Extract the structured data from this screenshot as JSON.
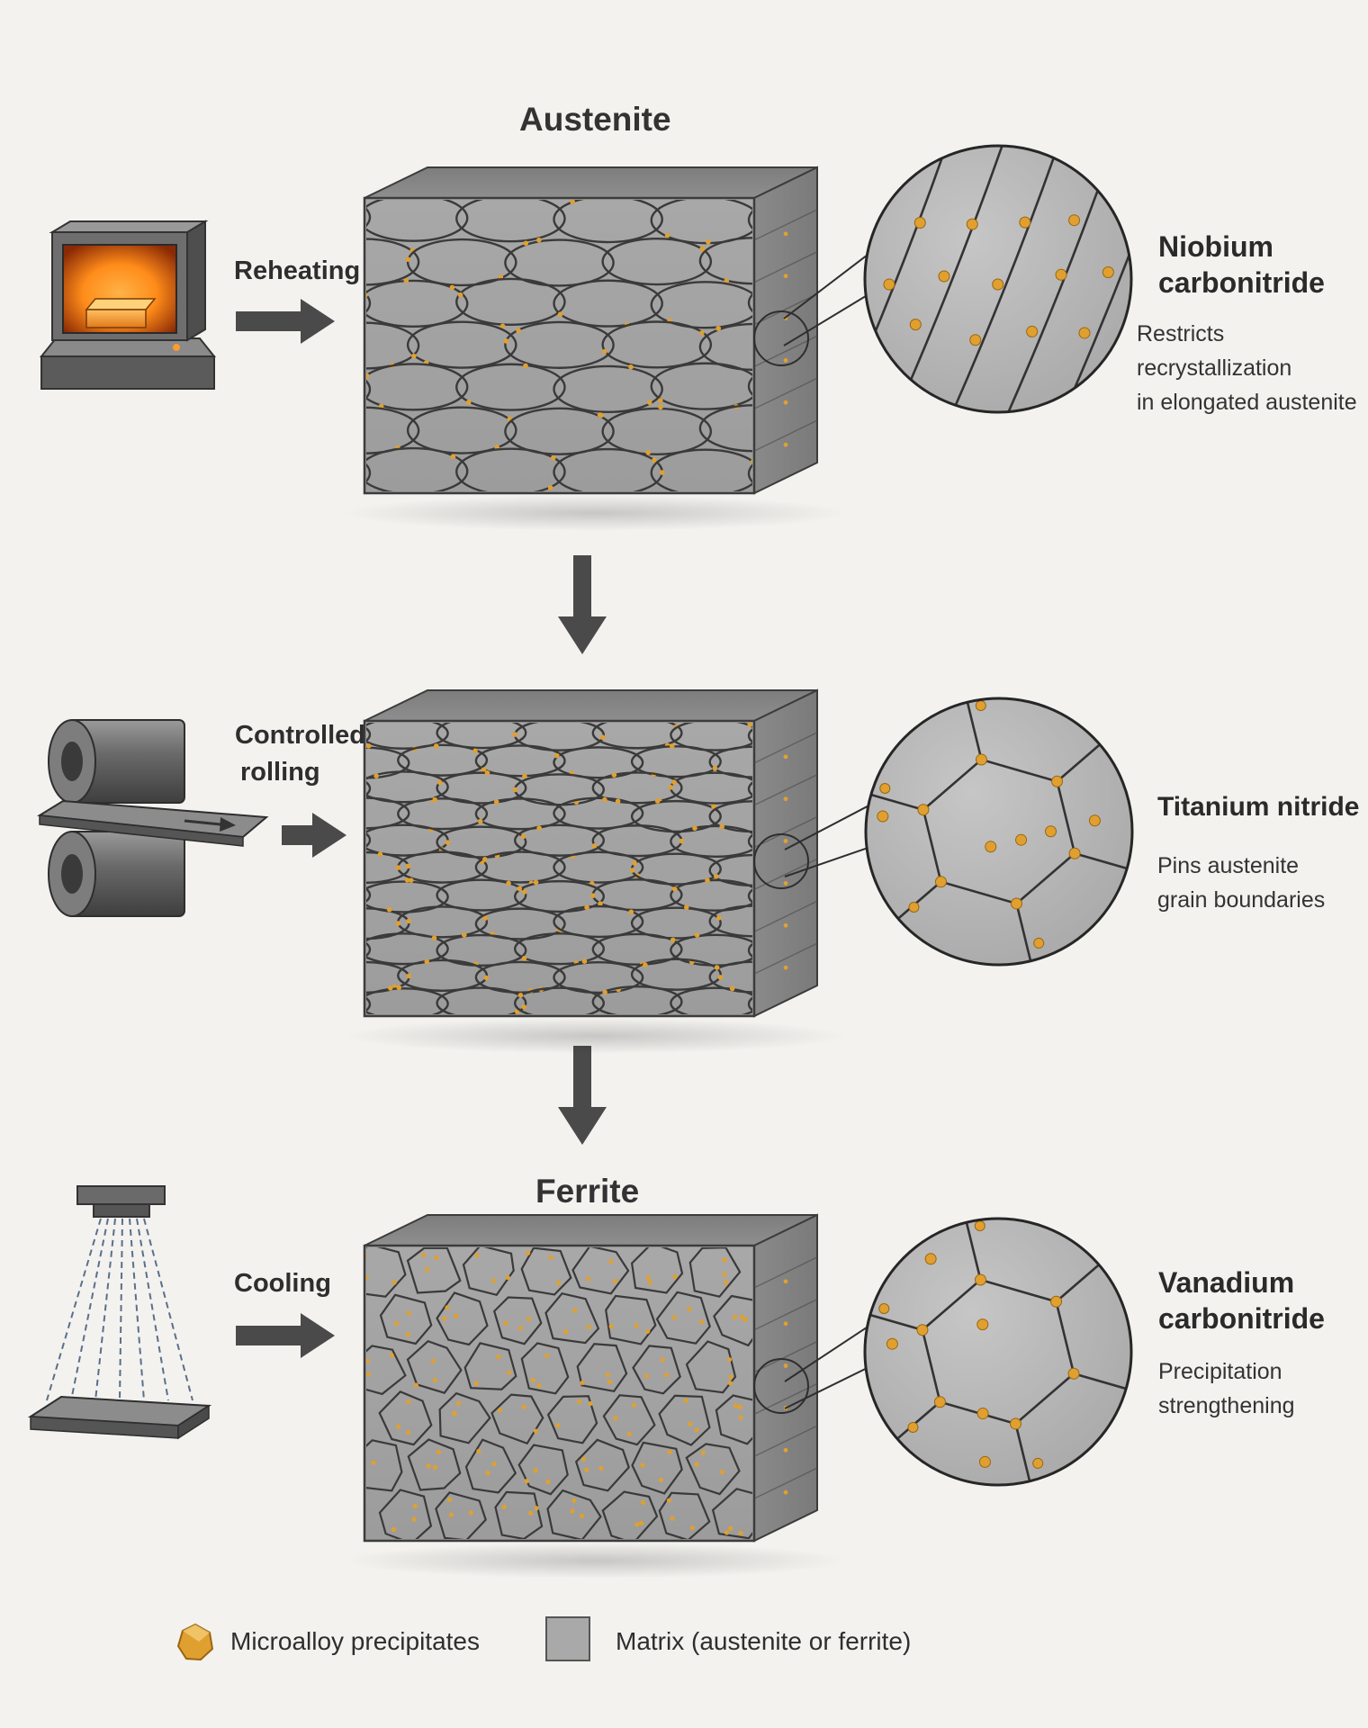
{
  "stages": [
    {
      "title": "Austenite",
      "process": [
        "Reheating"
      ],
      "precipitate": [
        "Niobium",
        "carbonitride"
      ],
      "effect": [
        "Restricts recrystallization",
        "in elongated austenite"
      ]
    },
    {
      "title": "",
      "process": [
        "Controlled",
        "rolling"
      ],
      "precipitate": [
        "Titanium nitride"
      ],
      "effect": [
        "Pins austenite",
        "grain boundaries"
      ]
    },
    {
      "title": "Ferrite",
      "process": [
        "Cooling"
      ],
      "precipitate": [
        "Vanadium",
        "carbonitride"
      ],
      "effect": [
        "Precipitation",
        "strengthening"
      ]
    }
  ],
  "legend": {
    "precipitates": "Microalloy precipitates",
    "matrix": "Matrix (austenite or ferrite)"
  },
  "colors": {
    "background": "#f3f2ef",
    "matrix": "#a9a9a9",
    "precipitate": "#e0a030",
    "furnace_glow": "#ff8c1a",
    "arrow": "#4a4a4a"
  },
  "icons": [
    "furnace-icon",
    "rolling-mill-icon",
    "cooling-spray-icon"
  ]
}
